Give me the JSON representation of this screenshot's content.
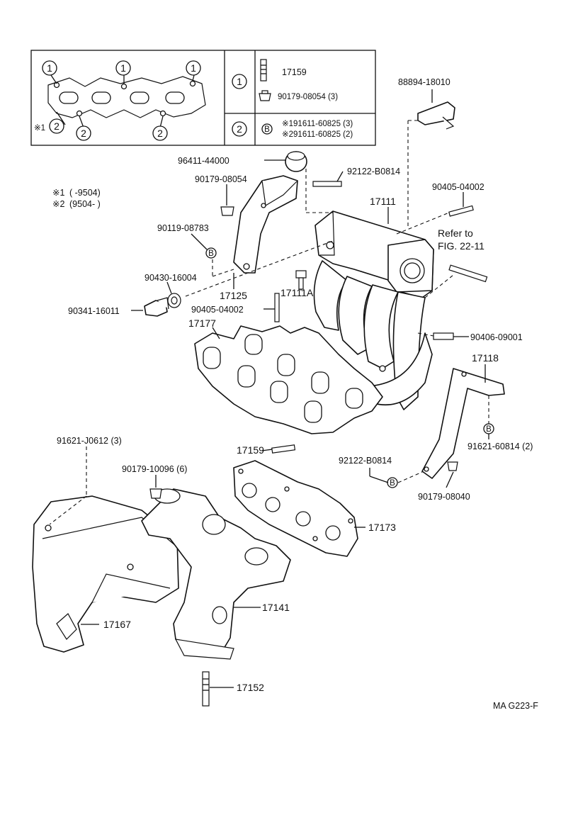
{
  "diagram_code": "MA G223-F",
  "legend_box": {
    "marker_1": "1",
    "marker_2": "2",
    "asterisk_marker": "※1",
    "row1_parts": [
      "17159",
      "90179-08054 (3)"
    ],
    "row2_part_b": "B",
    "row2_parts": [
      "※191611-60825 (3)",
      "※291611-60825 (2)"
    ]
  },
  "period_note": {
    "line1_mark": "※1",
    "line1_text": "(        -9504)",
    "line2_mark": "※2",
    "line2_text": "(9504-         )"
  },
  "refer_note": {
    "line1": "Refer to",
    "line2": "FIG. 22-11"
  },
  "bolt_b_marker": "B",
  "callouts": [
    {
      "id": "c-88894-18010",
      "text": "88894-18010"
    },
    {
      "id": "c-96411-44000",
      "text": "96411-44000"
    },
    {
      "id": "c-92122-b0814-top",
      "text": "92122-B0814"
    },
    {
      "id": "c-90179-08054",
      "text": "90179-08054"
    },
    {
      "id": "c-90405-04002-top",
      "text": "90405-04002"
    },
    {
      "id": "c-17111",
      "text": "17111"
    },
    {
      "id": "c-90119-08783",
      "text": "90119-08783"
    },
    {
      "id": "c-90430-16004",
      "text": "90430-16004"
    },
    {
      "id": "c-17125",
      "text": "17125"
    },
    {
      "id": "c-17111a",
      "text": "17111A"
    },
    {
      "id": "c-90341-16011",
      "text": "90341-16011"
    },
    {
      "id": "c-90405-04002-mid",
      "text": "90405-04002"
    },
    {
      "id": "c-17177",
      "text": "17177"
    },
    {
      "id": "c-90406-09001",
      "text": "90406-09001"
    },
    {
      "id": "c-17118",
      "text": "17118"
    },
    {
      "id": "c-91621-j0612",
      "text": "91621-J0612 (3)"
    },
    {
      "id": "c-17159",
      "text": "17159"
    },
    {
      "id": "c-91621-60814",
      "text": "91621-60814 (2)"
    },
    {
      "id": "c-92122-b0814-low",
      "text": "92122-B0814"
    },
    {
      "id": "c-90179-10096",
      "text": "90179-10096 (6)"
    },
    {
      "id": "c-90179-08040",
      "text": "90179-08040"
    },
    {
      "id": "c-17173",
      "text": "17173"
    },
    {
      "id": "c-17141",
      "text": "17141"
    },
    {
      "id": "c-17167",
      "text": "17167"
    },
    {
      "id": "c-17152",
      "text": "17152"
    }
  ]
}
